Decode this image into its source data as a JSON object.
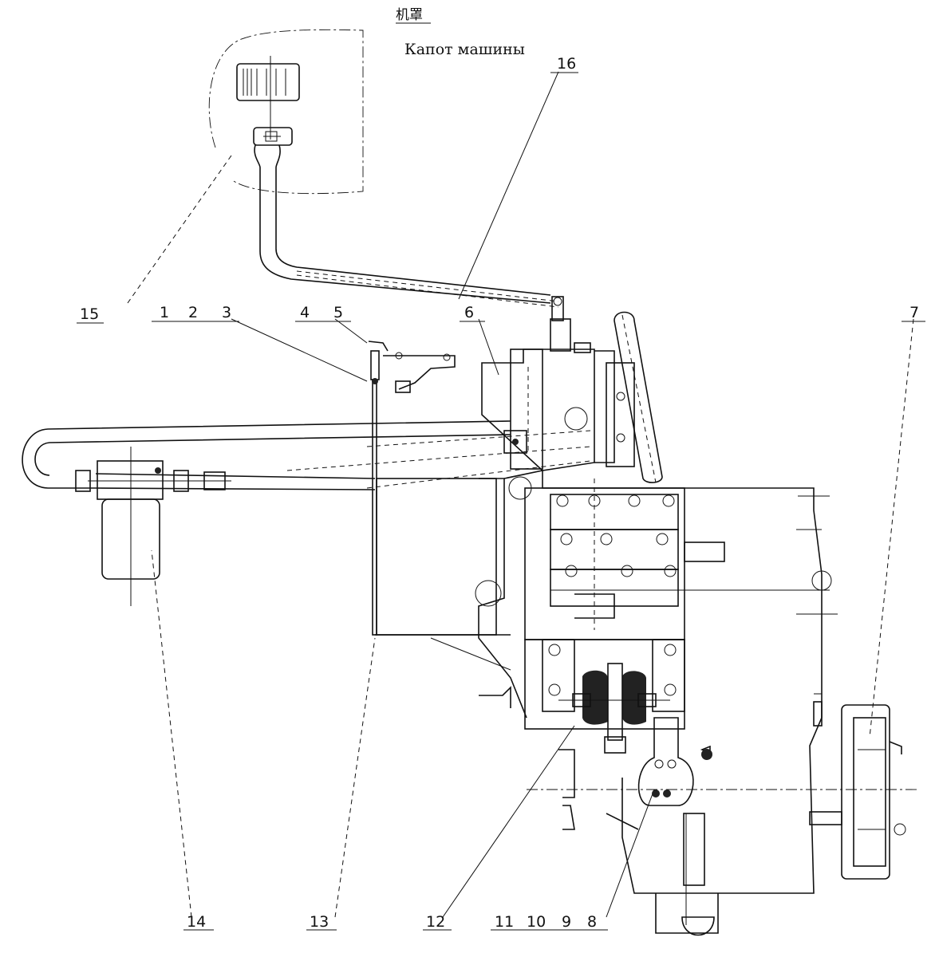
{
  "labels": {
    "hood_cn": "机罩",
    "hood_ru": "Капот машины"
  },
  "callouts": {
    "c16": "16",
    "c15": "15",
    "c1": "1",
    "c2": "2",
    "c3": "3",
    "c4": "4",
    "c5": "5",
    "c6": "6",
    "c7": "7",
    "c14": "14",
    "c13": "13",
    "c12": "12",
    "c11": "11",
    "c10": "10",
    "c9": "9",
    "c8": "8"
  }
}
